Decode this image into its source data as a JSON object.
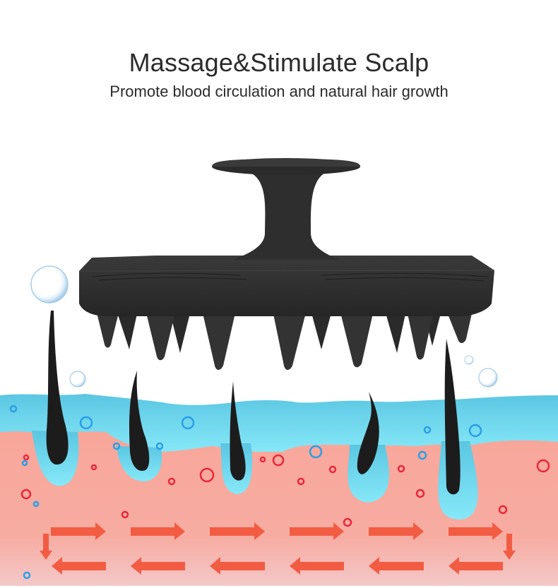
{
  "header": {
    "title": "Massage&Stimulate Scalp",
    "subtitle": "Promote blood circulation and natural hair growth"
  },
  "illustration": {
    "product": "scalp-massager-brush",
    "product_color": "#2e2e2e",
    "layers": [
      "water-bubbles",
      "blue-scalp-layer",
      "pink-skin-layer",
      "hair-follicles",
      "circulation-arrows"
    ],
    "colors": {
      "scalp_blue": "#6fdcf2",
      "skin_pink": "#f7a89c",
      "arrow_red": "#f25c43",
      "bubble_red": "#e8283c",
      "bubble_blue": "#2a9ee8",
      "hair": "#1c1c1c"
    },
    "hair_count": 6,
    "arrows": {
      "top_row_direction": "right",
      "bottom_row_direction": "left",
      "count_per_row": 6
    }
  }
}
